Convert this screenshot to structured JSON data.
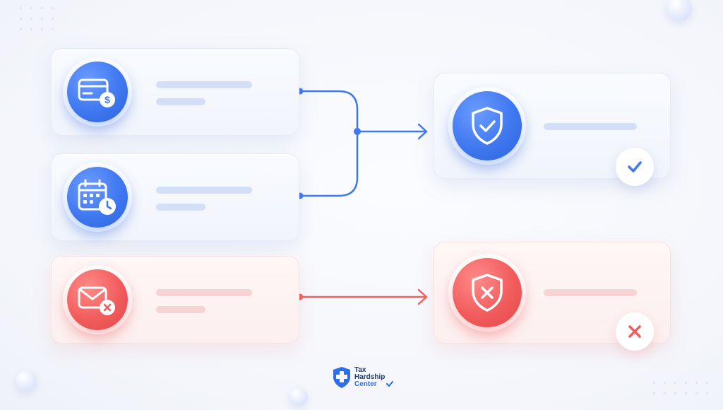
{
  "logo": {
    "line1": "Tax",
    "line2": "Hardship",
    "line3": "Center"
  },
  "colors": {
    "success_blue": "#3f78f0",
    "error_red": "#f25c5c",
    "placeholder_blue": "#d3dff7",
    "placeholder_red": "#f8d3d3",
    "brand_navy": "#1d3b78"
  },
  "sources": [
    {
      "icon": "credit-card-dollar-icon",
      "status": "success"
    },
    {
      "icon": "calendar-clock-icon",
      "status": "success"
    },
    {
      "icon": "mail-x-icon",
      "status": "error"
    }
  ],
  "outcomes": [
    {
      "icon": "shield-check-icon",
      "badge_icon": "check-icon",
      "status": "success"
    },
    {
      "icon": "shield-x-icon",
      "badge_icon": "x-icon",
      "status": "error"
    }
  ]
}
